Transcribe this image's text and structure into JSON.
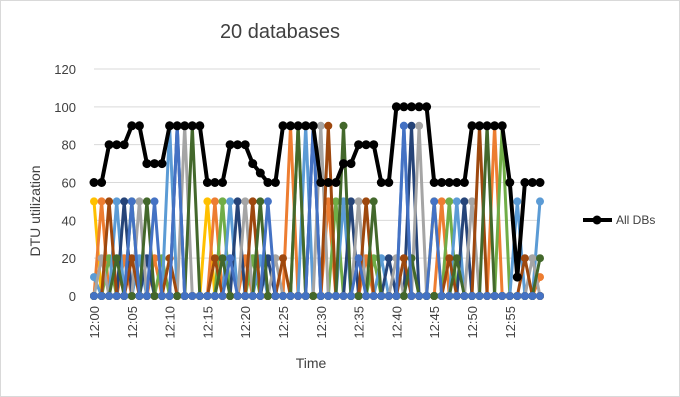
{
  "chart_data": {
    "type": "line",
    "title": "20 databases",
    "xlabel": "Time",
    "ylabel": "DTU utilization",
    "ylim": [
      0,
      120
    ],
    "y_ticks": [
      0,
      20,
      40,
      60,
      80,
      100,
      120
    ],
    "x_tick_labels": [
      "12:00",
      "12:05",
      "12:10",
      "12:15",
      "12:20",
      "12:25",
      "12:30",
      "12:35",
      "12:40",
      "12:45",
      "12:50",
      "12:55"
    ],
    "grid": true,
    "legend": {
      "position": "right"
    },
    "x": [
      "12:00",
      "12:01",
      "12:02",
      "12:03",
      "12:04",
      "12:05",
      "12:06",
      "12:07",
      "12:08",
      "12:09",
      "12:10",
      "12:11",
      "12:12",
      "12:13",
      "12:14",
      "12:15",
      "12:16",
      "12:17",
      "12:18",
      "12:19",
      "12:20",
      "12:21",
      "12:22",
      "12:23",
      "12:24",
      "12:25",
      "12:26",
      "12:27",
      "12:28",
      "12:29",
      "12:30",
      "12:31",
      "12:32",
      "12:33",
      "12:34",
      "12:35",
      "12:36",
      "12:37",
      "12:38",
      "12:39",
      "12:40",
      "12:41",
      "12:42",
      "12:43",
      "12:44",
      "12:45",
      "12:46",
      "12:47",
      "12:48",
      "12:49",
      "12:50",
      "12:51",
      "12:52",
      "12:53",
      "12:54",
      "12:55",
      "12:56",
      "12:57",
      "12:58",
      "12:59"
    ],
    "series": [
      {
        "name": "All DBs",
        "color": "#000000",
        "values": [
          60,
          60,
          80,
          80,
          80,
          90,
          90,
          70,
          70,
          70,
          90,
          90,
          90,
          90,
          90,
          60,
          60,
          60,
          80,
          80,
          80,
          70,
          65,
          60,
          60,
          90,
          90,
          90,
          90,
          90,
          60,
          60,
          60,
          70,
          70,
          80,
          80,
          80,
          60,
          60,
          100,
          100,
          100,
          100,
          100,
          60,
          60,
          60,
          60,
          60,
          90,
          90,
          90,
          90,
          90,
          60,
          10,
          60,
          60,
          60
        ]
      },
      {
        "color": "#ffc000",
        "values": [
          50,
          0,
          0,
          0,
          0,
          0,
          0,
          0,
          0,
          0,
          0,
          0,
          0,
          0,
          0,
          50,
          0,
          0,
          0,
          0,
          0,
          0,
          0,
          0,
          0,
          0,
          0,
          0,
          0,
          0,
          0,
          0,
          0,
          0,
          0,
          0,
          0,
          0,
          0,
          0,
          0,
          0,
          0,
          0,
          0,
          50,
          0,
          0,
          0,
          0,
          0,
          0,
          0,
          0,
          0,
          0,
          0,
          0,
          0,
          0
        ]
      },
      {
        "color": "#ed7d31",
        "values": [
          0,
          50,
          0,
          0,
          20,
          0,
          0,
          0,
          20,
          0,
          0,
          0,
          0,
          0,
          0,
          0,
          50,
          0,
          0,
          0,
          20,
          0,
          0,
          0,
          0,
          0,
          90,
          0,
          0,
          0,
          0,
          50,
          0,
          0,
          0,
          0,
          20,
          0,
          0,
          0,
          0,
          0,
          0,
          0,
          0,
          0,
          50,
          0,
          0,
          0,
          0,
          0,
          0,
          90,
          0,
          0,
          0,
          0,
          0,
          10
        ]
      },
      {
        "color": "#70ad47",
        "values": [
          0,
          0,
          20,
          0,
          0,
          50,
          0,
          0,
          0,
          20,
          0,
          0,
          0,
          0,
          0,
          0,
          0,
          50,
          0,
          0,
          0,
          20,
          0,
          0,
          0,
          0,
          0,
          90,
          0,
          0,
          0,
          0,
          50,
          0,
          0,
          0,
          0,
          20,
          0,
          0,
          0,
          0,
          0,
          0,
          0,
          0,
          0,
          50,
          0,
          0,
          0,
          0,
          0,
          0,
          90,
          0,
          0,
          0,
          0,
          0
        ]
      },
      {
        "color": "#5b9bd5",
        "values": [
          10,
          0,
          0,
          50,
          0,
          0,
          20,
          0,
          0,
          0,
          90,
          0,
          0,
          0,
          0,
          0,
          0,
          0,
          50,
          0,
          0,
          0,
          20,
          0,
          0,
          0,
          0,
          0,
          90,
          0,
          0,
          0,
          0,
          50,
          0,
          0,
          0,
          0,
          20,
          0,
          0,
          90,
          0,
          0,
          0,
          0,
          0,
          0,
          50,
          0,
          0,
          0,
          0,
          0,
          0,
          0,
          50,
          0,
          0,
          50
        ]
      },
      {
        "color": "#264478",
        "values": [
          0,
          0,
          0,
          0,
          50,
          0,
          0,
          20,
          0,
          0,
          0,
          90,
          0,
          0,
          0,
          0,
          0,
          0,
          0,
          50,
          0,
          0,
          0,
          20,
          0,
          0,
          0,
          0,
          0,
          90,
          0,
          0,
          0,
          0,
          50,
          0,
          0,
          0,
          0,
          20,
          0,
          0,
          90,
          0,
          0,
          0,
          0,
          0,
          0,
          50,
          0,
          0,
          0,
          0,
          0,
          0,
          0,
          0,
          0,
          0
        ]
      },
      {
        "color": "#a5a5a5",
        "values": [
          0,
          20,
          0,
          0,
          0,
          0,
          50,
          0,
          0,
          0,
          0,
          0,
          90,
          0,
          0,
          0,
          0,
          0,
          0,
          0,
          50,
          0,
          0,
          0,
          20,
          0,
          0,
          0,
          0,
          0,
          90,
          0,
          0,
          0,
          0,
          50,
          0,
          0,
          0,
          0,
          20,
          0,
          0,
          90,
          0,
          0,
          0,
          0,
          0,
          0,
          50,
          0,
          0,
          0,
          0,
          0,
          0,
          0,
          20,
          0
        ]
      },
      {
        "color": "#9e480e",
        "values": [
          0,
          0,
          50,
          0,
          0,
          20,
          0,
          0,
          0,
          0,
          20,
          0,
          0,
          0,
          0,
          0,
          20,
          0,
          0,
          0,
          0,
          50,
          0,
          0,
          0,
          20,
          0,
          0,
          0,
          0,
          0,
          90,
          0,
          0,
          0,
          0,
          50,
          0,
          0,
          0,
          0,
          20,
          0,
          0,
          0,
          0,
          0,
          20,
          0,
          0,
          0,
          90,
          0,
          0,
          0,
          0,
          0,
          20,
          0,
          0
        ]
      },
      {
        "color": "#43682b",
        "values": [
          0,
          0,
          0,
          20,
          0,
          0,
          0,
          50,
          0,
          0,
          0,
          0,
          0,
          90,
          0,
          0,
          0,
          20,
          0,
          0,
          0,
          0,
          50,
          0,
          0,
          0,
          0,
          90,
          0,
          0,
          0,
          0,
          0,
          90,
          0,
          0,
          0,
          50,
          0,
          0,
          0,
          0,
          20,
          0,
          0,
          0,
          0,
          0,
          20,
          0,
          0,
          0,
          90,
          0,
          0,
          0,
          0,
          0,
          0,
          20
        ]
      },
      {
        "color": "#4472c4",
        "values": [
          0,
          0,
          0,
          0,
          0,
          50,
          0,
          0,
          50,
          0,
          0,
          90,
          0,
          0,
          0,
          0,
          0,
          0,
          20,
          0,
          0,
          0,
          0,
          50,
          0,
          0,
          0,
          0,
          0,
          90,
          0,
          0,
          0,
          0,
          0,
          20,
          0,
          0,
          0,
          0,
          0,
          90,
          0,
          0,
          0,
          50,
          0,
          0,
          0,
          0,
          0,
          0,
          0,
          0,
          0,
          0,
          0,
          0,
          0,
          0
        ]
      }
    ]
  }
}
